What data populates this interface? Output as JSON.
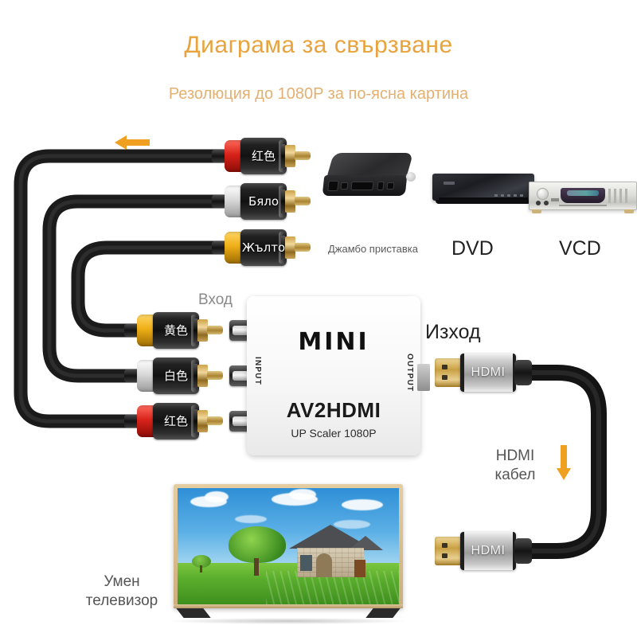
{
  "header": {
    "title": "Диаграма за свързване",
    "subtitle": "Резолюция до 1080P за по-ясна картина",
    "title_color": "#e8a33d",
    "subtitle_color": "#e4b071"
  },
  "accent_color": "#f0a020",
  "source_connectors": [
    {
      "label": "红色",
      "color": "red",
      "color_hex": "#d8231a"
    },
    {
      "label": "Бяло",
      "color": "white",
      "color_hex": "#d9d9d9"
    },
    {
      "label": "Жълто",
      "color": "yellow",
      "color_hex": "#efae16"
    }
  ],
  "input_connectors": [
    {
      "label": "黄色",
      "color": "yellow",
      "color_hex": "#efae16"
    },
    {
      "label": "白色",
      "color": "white",
      "color_hex": "#d9d9d9"
    },
    {
      "label": "红色",
      "color": "red",
      "color_hex": "#d8231a"
    }
  ],
  "devices": [
    {
      "name": "set-top-box",
      "label": "Джамбо приставка"
    },
    {
      "name": "dvd-player",
      "label": "DVD"
    },
    {
      "name": "vcd-player",
      "label": "VCD"
    }
  ],
  "converter": {
    "brand": "MINI",
    "model": "AV2HDMI",
    "tagline": "UP Scaler 1080P",
    "input_port_label": "INPUT",
    "output_port_label": "OUTPUT"
  },
  "labels": {
    "input": "Вход",
    "output": "Изход",
    "hdmi_cable_line1": "HDMI",
    "hdmi_cable_line2": "кабел",
    "tv_line1": "Умен",
    "tv_line2": "телевизор"
  },
  "hdmi_connectors": [
    {
      "label": "HDMI"
    },
    {
      "label": "HDMI"
    }
  ],
  "arrows": [
    {
      "name": "flow-arrow-left",
      "direction": "left"
    },
    {
      "name": "flow-arrow-down",
      "direction": "down"
    }
  ]
}
